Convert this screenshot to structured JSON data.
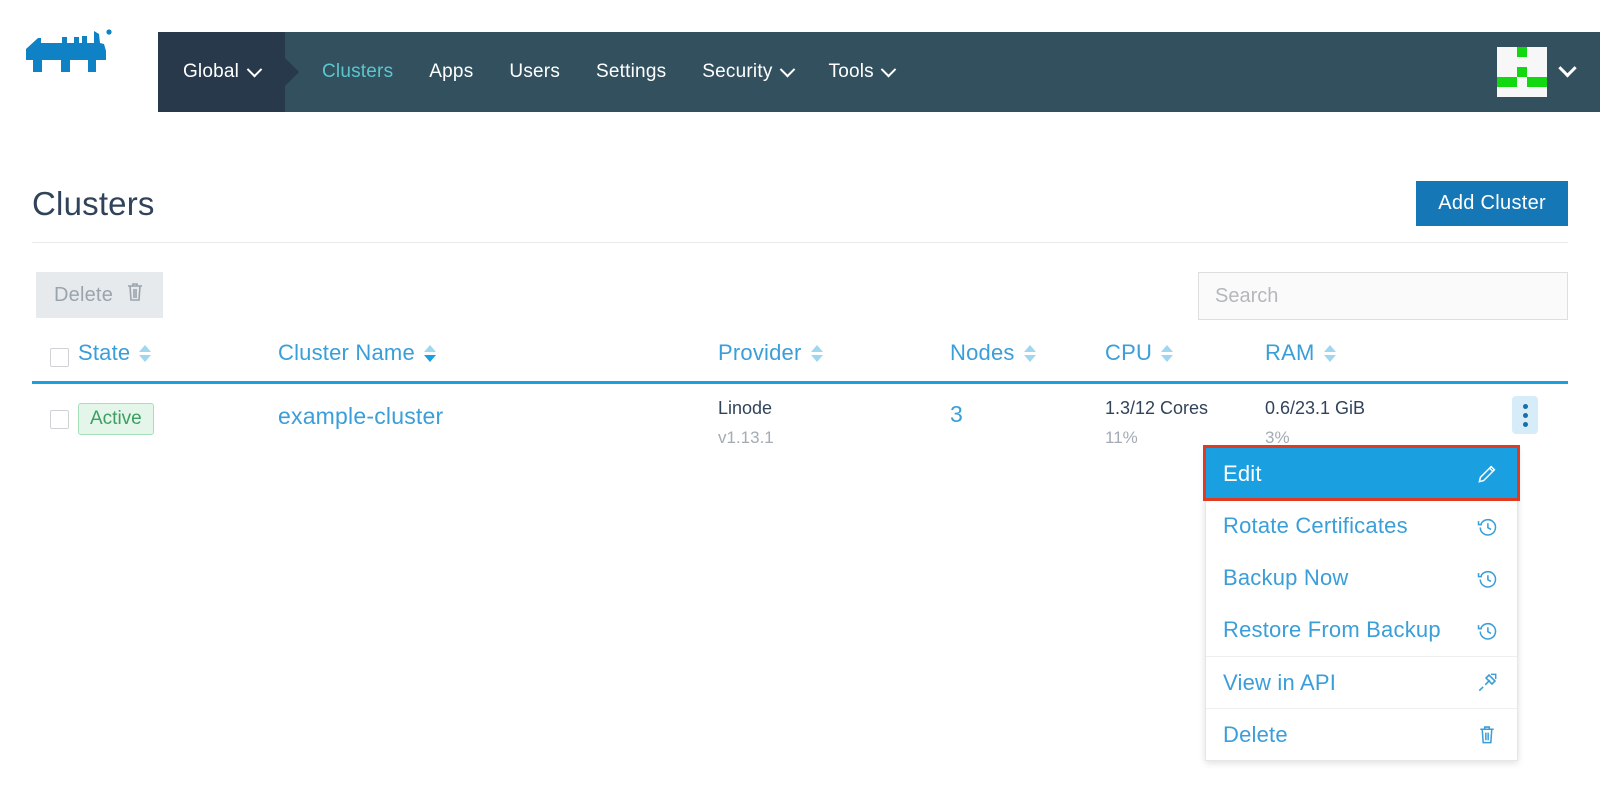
{
  "header": {
    "logo_name": "rancher-cow-logo",
    "context_selector": {
      "label": "Global",
      "icon": "chevron-down-icon"
    },
    "nav": [
      {
        "label": "Clusters",
        "active": true,
        "caret": false
      },
      {
        "label": "Apps",
        "active": false,
        "caret": false
      },
      {
        "label": "Users",
        "active": false,
        "caret": false
      },
      {
        "label": "Settings",
        "active": false,
        "caret": false
      },
      {
        "label": "Security",
        "active": false,
        "caret": true
      },
      {
        "label": "Tools",
        "active": false,
        "caret": true
      }
    ],
    "user": {
      "avatar_name": "user-avatar-identicon",
      "caret_icon": "chevron-down-icon"
    },
    "colors": {
      "navbar": "#33505f",
      "context": "#27394a",
      "active_link": "#5bc6cc"
    }
  },
  "page": {
    "title": "Clusters",
    "add_button": "Add Cluster"
  },
  "toolbar": {
    "delete_label": "Delete",
    "delete_icon": "trash-icon",
    "delete_disabled": true,
    "search_placeholder": "Search",
    "search_value": ""
  },
  "table": {
    "columns": [
      {
        "key": "state",
        "label": "State",
        "sortable": true,
        "sorted": false
      },
      {
        "key": "name",
        "label": "Cluster Name",
        "sortable": true,
        "sorted": "desc"
      },
      {
        "key": "provider",
        "label": "Provider",
        "sortable": true,
        "sorted": false
      },
      {
        "key": "nodes",
        "label": "Nodes",
        "sortable": true,
        "sorted": false
      },
      {
        "key": "cpu",
        "label": "CPU",
        "sortable": true,
        "sorted": false
      },
      {
        "key": "ram",
        "label": "RAM",
        "sortable": true,
        "sorted": false
      }
    ],
    "rows": [
      {
        "selected": false,
        "state": "Active",
        "name": "example-cluster",
        "provider": "Linode",
        "provider_version": "v1.13.1",
        "nodes": "3",
        "cpu": "1.3/12 Cores",
        "cpu_pct": "11%",
        "ram": "0.6/23.1 GiB",
        "ram_pct": "3%"
      }
    ],
    "header_accent": "#1a9fe0",
    "link_color": "#3a9ed9"
  },
  "row_menu": {
    "trigger_icon": "kebab-menu-icon",
    "highlight_color": "#e03a21",
    "items": [
      {
        "label": "Edit",
        "icon": "pencil-icon",
        "selected": true,
        "divider": false
      },
      {
        "label": "Rotate Certificates",
        "icon": "history-icon",
        "selected": false,
        "divider": false
      },
      {
        "label": "Backup Now",
        "icon": "history-icon",
        "selected": false,
        "divider": false
      },
      {
        "label": "Restore From Backup",
        "icon": "history-icon",
        "selected": false,
        "divider": false
      },
      {
        "label": "View in API",
        "icon": "external-link-icon",
        "selected": false,
        "divider": true
      },
      {
        "label": "Delete",
        "icon": "trash-icon",
        "selected": false,
        "divider": true
      }
    ]
  }
}
